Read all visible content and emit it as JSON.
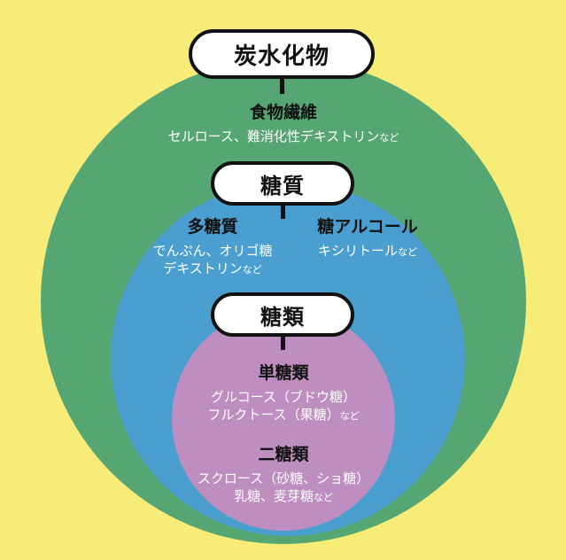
{
  "colors": {
    "background": "#f7ec78",
    "carbohydrate_circle": "#55a673",
    "saccharide_circle": "#4a9fd0",
    "sugar_circle": "#bf8ec0",
    "pill_fill": "#ffffff",
    "outline": "#111111",
    "label_text": "#111111",
    "example_text": "#ffffff"
  },
  "carbohydrate": {
    "title": "炭水化物",
    "fiber": {
      "heading": "食物繊維",
      "examples": "セルロース、難消化性デキストリン",
      "suffix": "など"
    }
  },
  "saccharide": {
    "title": "糖質",
    "polysaccharide": {
      "heading": "多糖質",
      "examples_line1": "でんぷん、オリゴ糖",
      "examples_line2": "デキストリン",
      "suffix": "など"
    },
    "sugar_alcohol": {
      "heading": "糖アルコール",
      "examples": "キシリトール",
      "suffix": "など"
    }
  },
  "sugar": {
    "title": "糖類",
    "monosaccharide": {
      "heading": "単糖類",
      "examples_line1": "グルコース（ブドウ糖）",
      "examples_line2": "フルクトース（果糖）",
      "suffix": "など"
    },
    "disaccharide": {
      "heading": "二糖類",
      "examples_line1": "スクロース（砂糖、ショ糖）",
      "examples_line2": "乳糖、麦芽糖",
      "suffix": "など"
    }
  }
}
